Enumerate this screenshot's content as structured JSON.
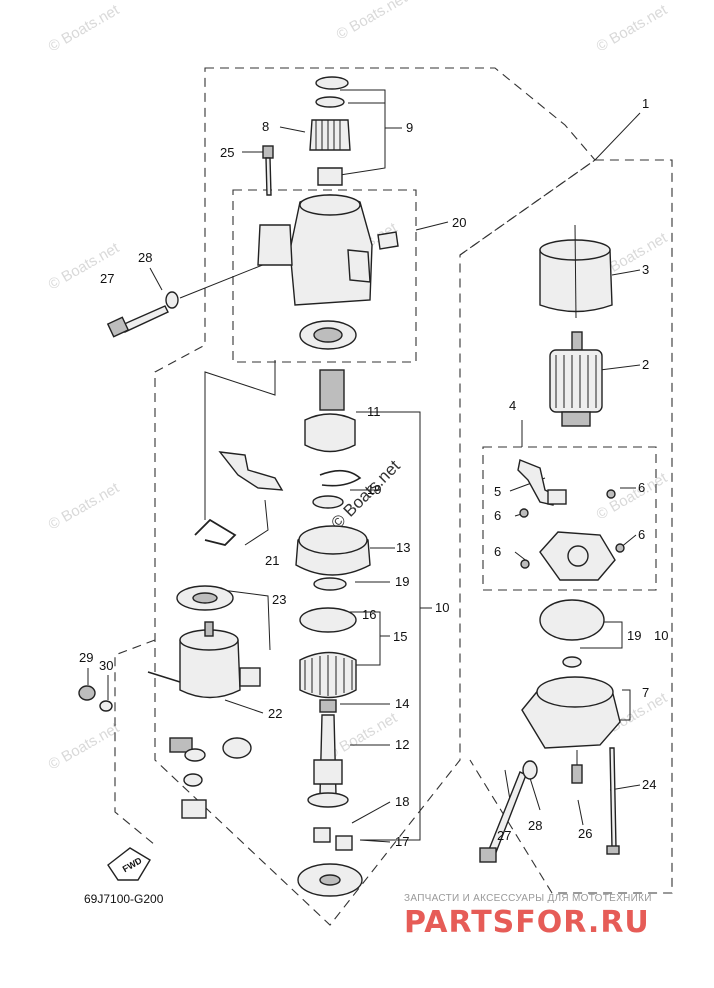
{
  "diagram_code": "69J7100-G200",
  "fwd_label": "FWD",
  "watermark": "© Boats.net",
  "watermark_feature": "© Boats.net",
  "brand_tagline": "ЗАПЧАСТИ И АКСЕССУАРЫ ДЛЯ МОТОТЕХНИКИ",
  "brand_logo": "PARTSFOR.RU",
  "callouts": {
    "c1": "1",
    "c2": "2",
    "c3": "3",
    "c4": "4",
    "c5": "5",
    "c6a": "6",
    "c6b": "6",
    "c6c": "6",
    "c6d": "6",
    "c7": "7",
    "c8": "8",
    "c9": "9",
    "c10a": "10",
    "c10b": "10",
    "c11": "11",
    "c12": "12",
    "c13": "13",
    "c14": "14",
    "c15": "15",
    "c16": "16",
    "c17": "17",
    "c18": "18",
    "c19a": "19",
    "c19b": "19",
    "c19c": "19",
    "c20": "20",
    "c21": "21",
    "c22": "22",
    "c23": "23",
    "c24": "24",
    "c25": "25",
    "c26": "26",
    "c27a": "27",
    "c27b": "27",
    "c28a": "28",
    "c28b": "28",
    "c29": "29",
    "c30": "30"
  }
}
